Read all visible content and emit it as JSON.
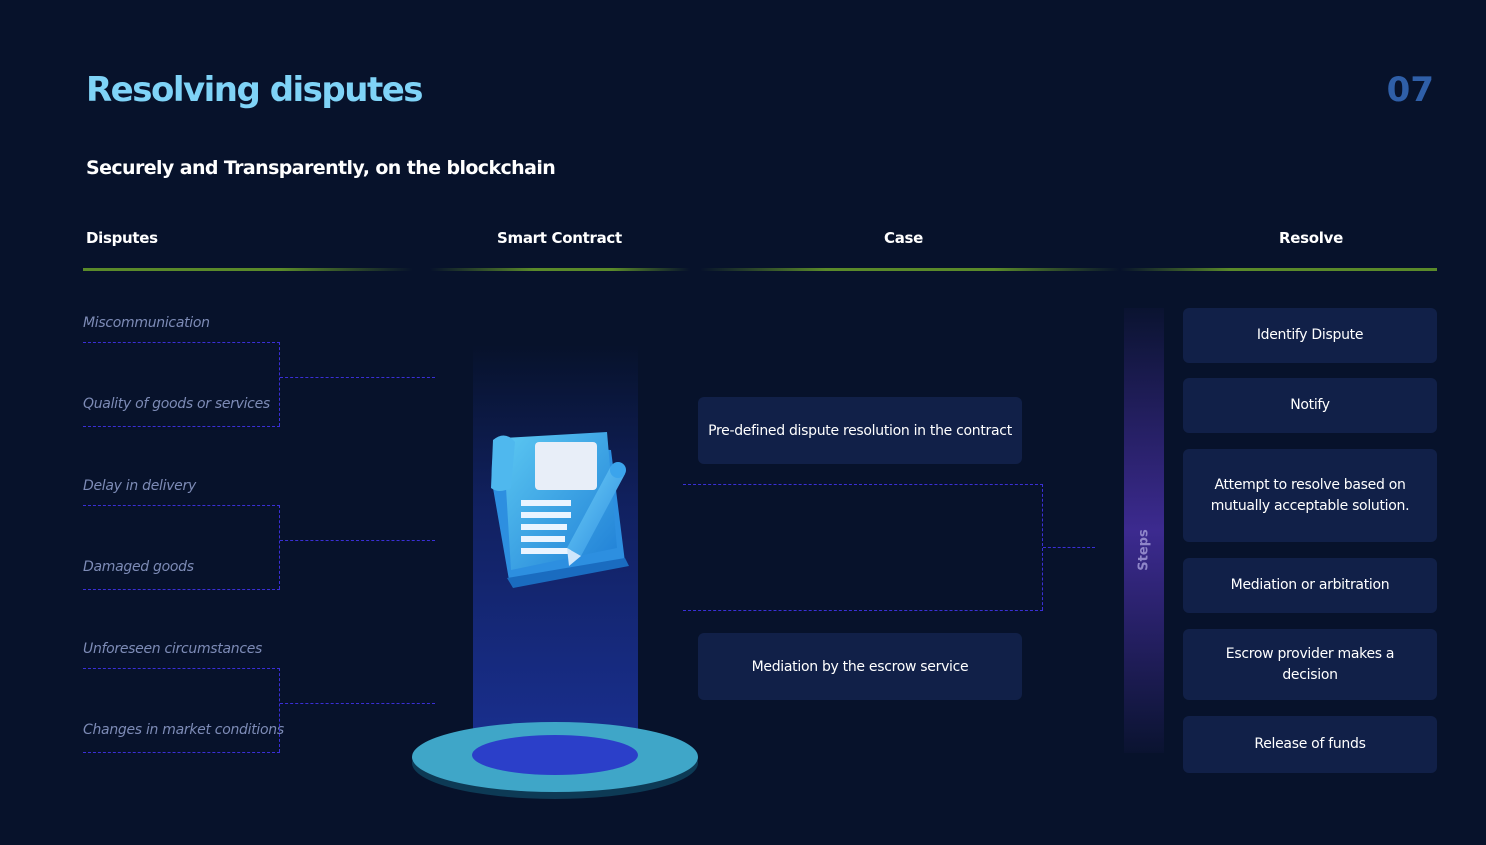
{
  "header": {
    "title": "Resolving disputes",
    "page_number": "07",
    "subtitle": "Securely and Transparently, on the blockchain"
  },
  "columns": {
    "disputes": "Disputes",
    "smart_contract": "Smart Contract",
    "case": "Case",
    "resolve": "Resolve"
  },
  "disputes": [
    "Miscommunication",
    "Quality of goods or services",
    "Delay in delivery",
    "Damaged goods",
    "Unforeseen circumstances",
    "Changes in market conditions"
  ],
  "cases": [
    "Pre-defined dispute resolution in the contract",
    "Mediation by the escrow service"
  ],
  "steps_label": "Steps",
  "resolve_steps": [
    "Identify Dispute",
    "Notify",
    "Attempt to resolve based on mutually acceptable solution.",
    "Mediation or arbitration",
    "Escrow provider makes a decision",
    "Release of funds"
  ],
  "colors": {
    "background": "#07122b",
    "title": "#7fd3f7",
    "accent_line": "#5a8a2a",
    "box": "#112048",
    "dash": "#3a2fd6"
  },
  "icons": [
    "contract-document-icon",
    "pencil-icon",
    "platform-pedestal"
  ]
}
